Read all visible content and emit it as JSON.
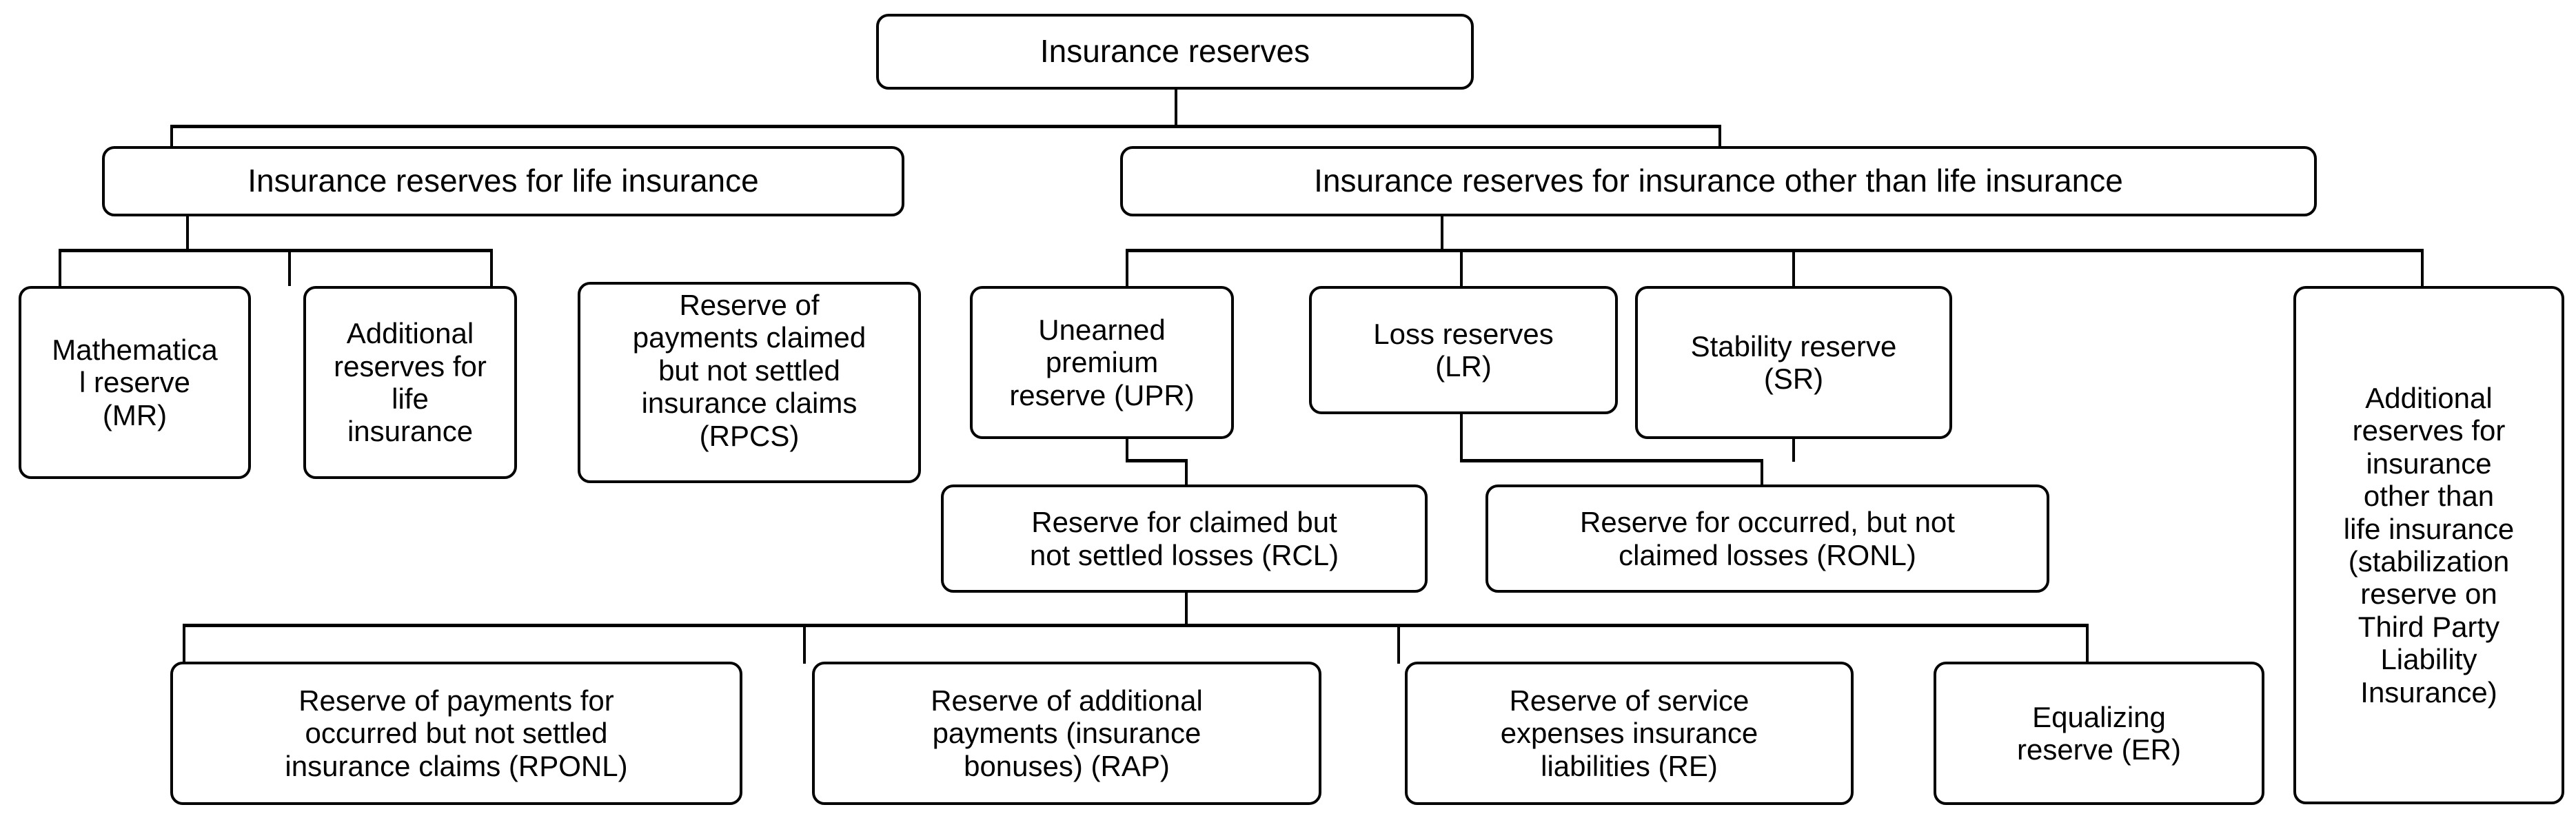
{
  "diagram": {
    "title_node": "Insurance reserves",
    "type": "hierarchy-tree",
    "nodes": {
      "root": "Insurance reserves",
      "life": "Insurance reserves for life insurance",
      "nonlife": "Insurance reserves for insurance other than life insurance",
      "mr": "Mathematica\nl reserve\n(MR)",
      "arli": "Additional\nreserves for\nlife\ninsurance",
      "rpcs": "Reserve of\npayments claimed\nbut not settled\ninsurance claims\n(RPCS)",
      "upr": "Unearned\npremium\nreserve (UPR)",
      "lr": "Loss reserves\n(LR)",
      "sr": "Stability reserve\n(SR)",
      "arnl": "Additional\nreserves for\ninsurance\nother than\nlife insurance\n(stabilization\nreserve on\nThird Party\nLiability\nInsurance)",
      "rcl": "Reserve for claimed but\nnot settled losses (RCL)",
      "ronl": "Reserve for occurred, but not\nclaimed losses (RONL)",
      "rponl": "Reserve of payments for\noccurred but not settled\ninsurance claims (RPONL)",
      "rap": "Reserve of additional\npayments (insurance\nbonuses) (RAP)",
      "re": "Reserve of service\nexpenses insurance\nliabilities (RE)",
      "er": "Equalizing\nreserve (ER)"
    },
    "colors": {
      "background": "#ffffff",
      "border": "#000000",
      "text": "#000000",
      "connector": "#000000"
    }
  }
}
